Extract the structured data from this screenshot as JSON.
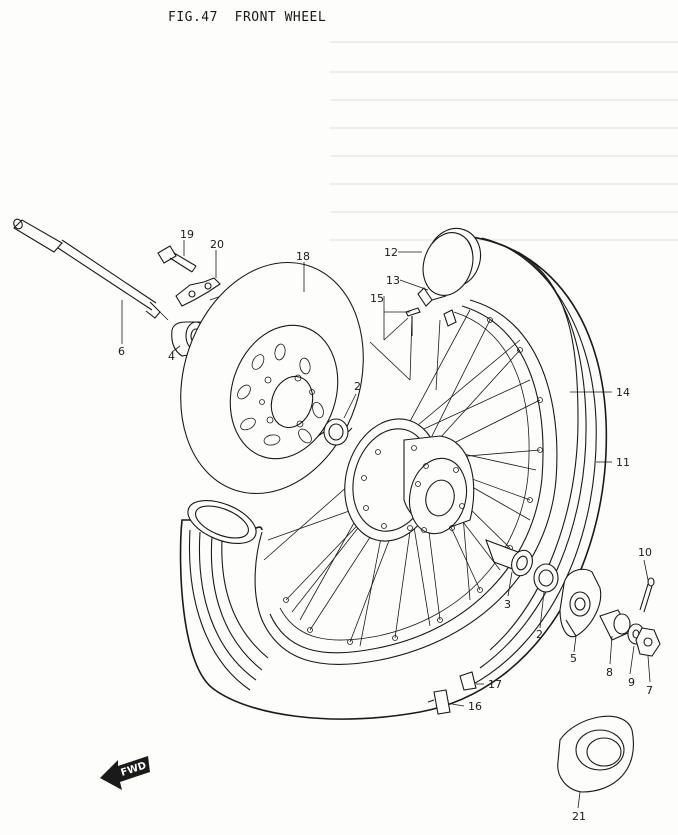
{
  "figure": {
    "title": "FIG.47  FRONT WHEEL"
  },
  "callouts": {
    "c2a": "2",
    "c2b": "2",
    "c3": "3",
    "c4": "4",
    "c5": "5",
    "c6": "6",
    "c7": "7",
    "c8": "8",
    "c9": "9",
    "c10": "10",
    "c11": "11",
    "c12": "12",
    "c13": "13",
    "c14": "14",
    "c15": "15",
    "c16": "16",
    "c17": "17",
    "c18": "18",
    "c19": "19",
    "c20": "20",
    "c21": "21"
  },
  "badge": {
    "fwd": "FWD"
  },
  "icons": {
    "direction_arrow": "fwd-arrow-icon"
  }
}
